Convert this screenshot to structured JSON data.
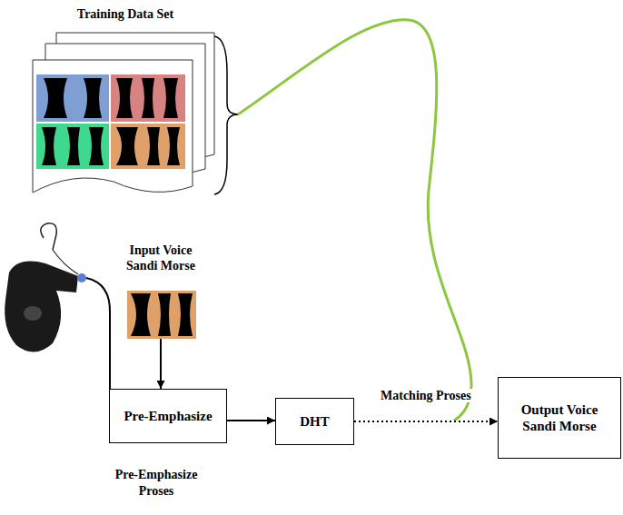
{
  "diagram": {
    "nodes": [
      {
        "text": [
          "Training Data Set"
        ]
      },
      {
        "text": [
          "Input Voice Sandi Morse"
        ]
      },
      {
        "text": [
          "Pre-Emphasize"
        ]
      },
      {
        "text": [
          "DHT"
        ]
      },
      {
        "text": [
          "Output Voice Sandi Morse"
        ]
      }
    ],
    "edges": [
      {
        "from": 1,
        "to": 2,
        "arrow": "to"
      },
      {
        "from": 2,
        "to": 3,
        "arrow": "to"
      },
      {
        "from": 3,
        "to": 4,
        "label": "Matching Proses",
        "arrow": "to"
      }
    ],
    "labels": [
      "Pre-Emphasize Proses"
    ]
  }
}
